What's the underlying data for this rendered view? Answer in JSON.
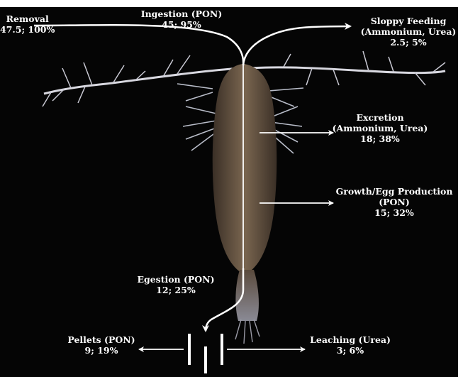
{
  "flows": {
    "removal": {
      "name": "Removal",
      "value": "47.5; 100%"
    },
    "ingestion": {
      "name": "Ingestion (PON)",
      "value": "45; 95%"
    },
    "sloppy_feeding": {
      "name": "Sloppy Feeding",
      "sub": "(Ammonium, Urea)",
      "value": "2.5; 5%"
    },
    "excretion": {
      "name": "Excretion",
      "sub": "(Ammonium, Urea)",
      "value": "18; 38%"
    },
    "growth": {
      "name": "Growth/Egg Production",
      "sub": "(PON)",
      "value": "15; 32%"
    },
    "egestion": {
      "name": "Egestion (PON)",
      "value": "12; 25%"
    },
    "pellets": {
      "name": "Pellets (PON)",
      "value": "9; 19%"
    },
    "leaching": {
      "name": "Leaching (Urea)",
      "value": "3; 6%"
    }
  },
  "colors": {
    "background": "#050505",
    "arrow": "#ffffff",
    "text": "#ffffff",
    "organism": "#6e5a45"
  }
}
